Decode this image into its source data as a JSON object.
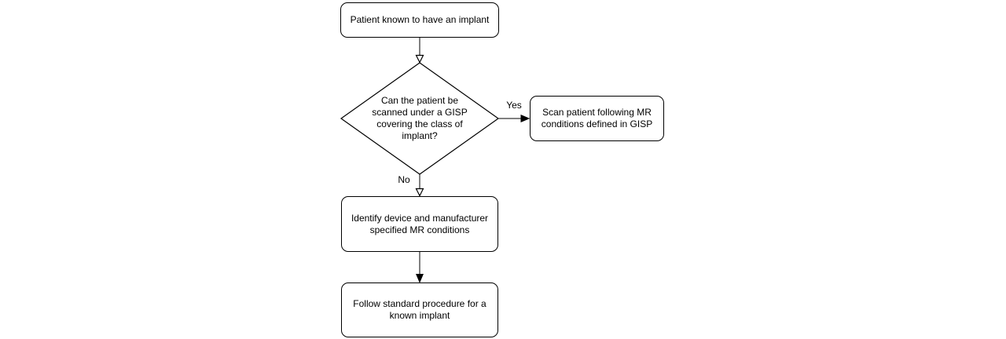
{
  "diagram": {
    "type": "flowchart",
    "background_color": "#ffffff",
    "stroke_color": "#000000",
    "text_color": "#000000",
    "node_fill_color": "#ffffff",
    "nodes": {
      "start": {
        "shape": "rounded-rectangle",
        "label": "Patient known to have an implant"
      },
      "decision": {
        "shape": "diamond",
        "lines": [
          "Can the patient be",
          "scanned under a GISP",
          "covering the class of",
          "implant?"
        ]
      },
      "scan": {
        "shape": "rounded-rectangle",
        "lines": [
          "Scan patient following MR",
          "conditions defined in GISP"
        ]
      },
      "identify": {
        "shape": "rounded-rectangle",
        "lines": [
          "Identify device and manufacturer",
          "specified MR conditions"
        ]
      },
      "follow": {
        "shape": "rounded-rectangle",
        "lines": [
          "Follow standard procedure for a",
          "known implant"
        ]
      }
    },
    "edges": {
      "yes_label": "Yes",
      "no_label": "No"
    }
  }
}
